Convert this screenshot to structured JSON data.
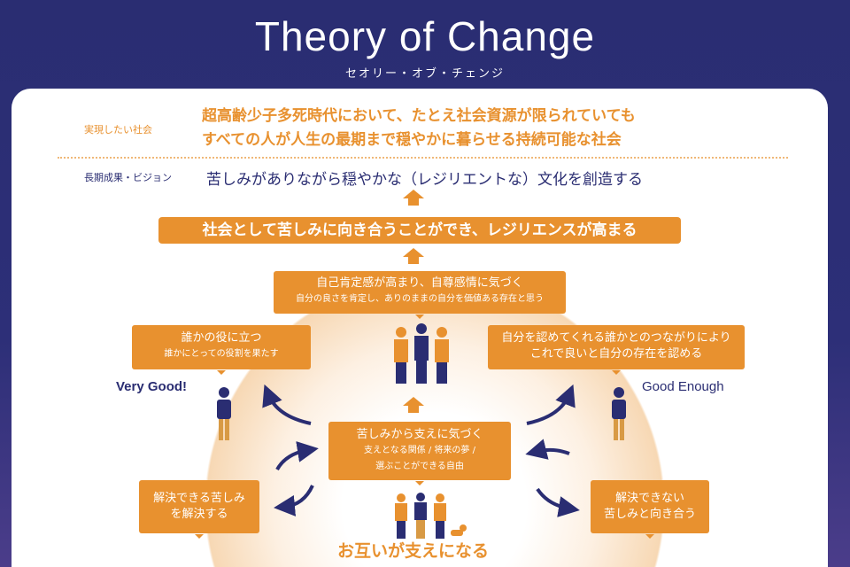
{
  "header": {
    "title": "Theory of Change",
    "subtitle": "セオリー・オブ・チェンジ"
  },
  "society": {
    "label": "実現したい社会",
    "line1": "超高齢少子多死時代において、たとえ社会資源が限られていても",
    "line2": "すべての人が人生の最期まで穏やかに暮らせる持続可能な社会"
  },
  "vision": {
    "label": "長期成果・ビジョン",
    "text": "苦しみがありながら穏やかな（レジリエントな）文化を創造する"
  },
  "outcome": "社会として苦しみに向き合うことができ、レジリエンスが高まる",
  "boxes": {
    "self_esteem": {
      "title": "自己肯定感が高まり、自尊感情に気づく",
      "sub": "自分の良さを肯定し、ありのままの自分を価値ある存在と思う"
    },
    "useful": {
      "title": "誰かの役に立つ",
      "sub": "誰かにとっての役割を果たす"
    },
    "accept": {
      "line1": "自分を認めてくれる誰かとのつながりにより",
      "line2": "これで良いと自分の存在を認める"
    },
    "support": {
      "title": "苦しみから支えに気づく",
      "sub1": "支えとなる関係 / 将来の夢 /",
      "sub2": "選ぶことができる自由"
    },
    "solvable": {
      "line1": "解決できる苦しみ",
      "line2": "を解決する"
    },
    "unsolvable": {
      "line1": "解決できない",
      "line2": "苦しみと向き合う"
    }
  },
  "labels": {
    "very_good": "Very Good!",
    "good_enough": "Good Enough"
  },
  "bottom": "お互いが支えになる",
  "colors": {
    "navy": "#2a2d72",
    "orange": "#e8912f"
  }
}
